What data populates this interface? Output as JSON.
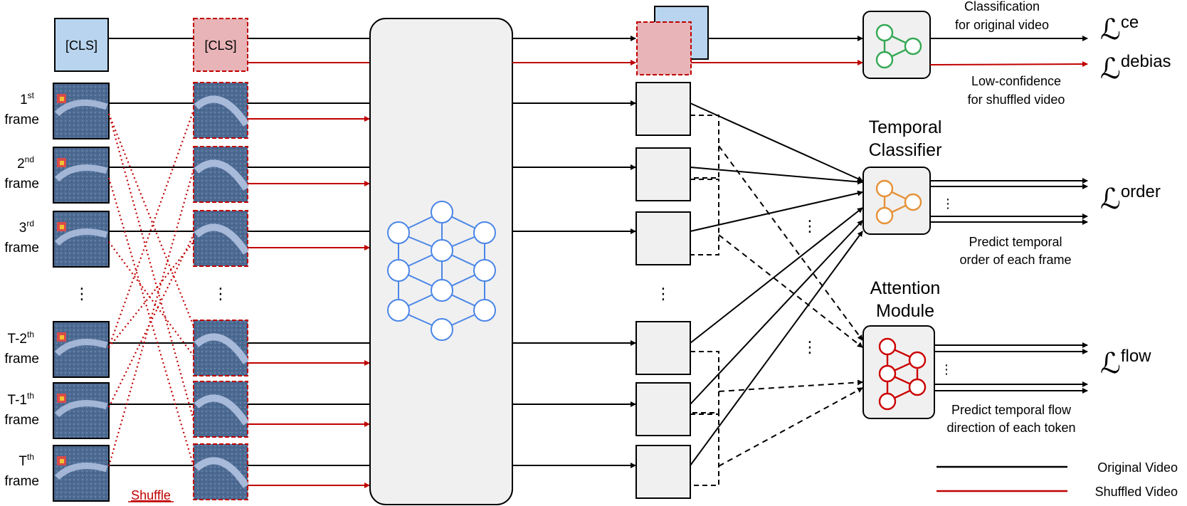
{
  "tokens": {
    "cls": "[CLS]",
    "frames": [
      {
        "ord": "1",
        "sup": "st",
        "word": "frame"
      },
      {
        "ord": "2",
        "sup": "nd",
        "word": "frame"
      },
      {
        "ord": "3",
        "sup": "rd",
        "word": "frame"
      },
      {
        "ord": "T-2",
        "sup": "th",
        "word": "frame"
      },
      {
        "ord": "T-1",
        "sup": "th",
        "word": "frame"
      },
      {
        "ord": "T",
        "sup": "th",
        "word": "frame"
      }
    ],
    "ellipsis": "⋮",
    "shuffle_label": "Shuffle"
  },
  "heads": {
    "classification": {
      "top_line1": "Classification",
      "top_line2": "for original video",
      "bottom_line1": "Low-confidence",
      "bottom_line2": "for shuffled video"
    },
    "temporal": {
      "title_line1": "Temporal",
      "title_line2": "Classifier",
      "desc_line1": "Predict temporal",
      "desc_line2": "order of each frame"
    },
    "attention": {
      "title_line1": "Attention",
      "title_line2": "Module",
      "desc_line1": "Predict temporal flow",
      "desc_line2": "direction of each token"
    }
  },
  "losses": {
    "L": "ℒ",
    "ce": "ce",
    "debias": "debias",
    "order": "order",
    "flow": "flow"
  },
  "legend": {
    "original": "Original Video",
    "shuffled": "Shuffled Video"
  },
  "colors": {
    "original_line": "#000000",
    "shuffled_line": "#c00000",
    "cls_fill": "#b8d4ee",
    "shuffled_fill": "#e8b4b8",
    "network_blue": "#4a86e8",
    "head_green": "#34a853",
    "head_orange": "#e69138",
    "head_red": "#cc0000",
    "box_fill": "#f0f0f0"
  }
}
